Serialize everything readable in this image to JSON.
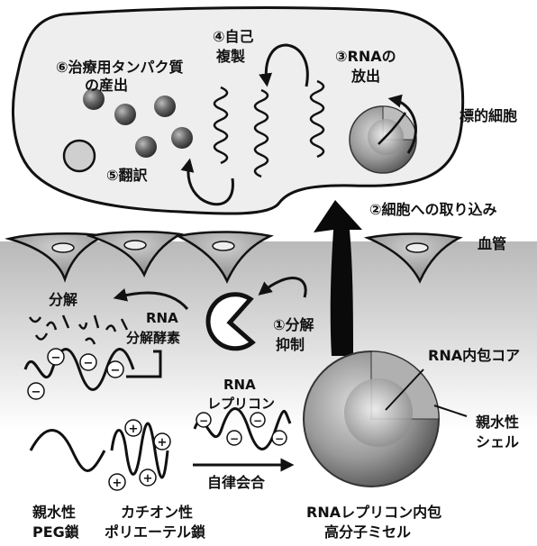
{
  "labels": {
    "step6_line1": "⑥治療用タンパク質",
    "step6_line2": "の産出",
    "step4_line1": "④自己",
    "step4_line2": "複製",
    "step3_line1": "③RNAの",
    "step3_line2": "放出",
    "step5": "⑤翻訳",
    "target_cell": "標的細胞",
    "step2": "②細胞への取り込み",
    "blood_vessel": "血管",
    "degradation": "分解",
    "rnase_line1": "RNA",
    "rnase_line2": "分解酵素",
    "step1_line1": "①分解",
    "step1_line2": "抑制",
    "rna_core": "RNA内包コア",
    "hydrophilic_shell_line1": "親水性",
    "hydrophilic_shell_line2": "シェル",
    "replicon_line1": "RNA",
    "replicon_line2": "レプリコン",
    "self_assembly": "自律会合",
    "peg_line1": "親水性",
    "peg_line2": "PEG鎖",
    "cationic_line1": "カチオン性",
    "cationic_line2": "ポリエーテル鎖",
    "micelle_line1": "RNAレプリコン内包",
    "micelle_line2": "高分子ミセル",
    "minus_sign": "−",
    "plus_sign": "+"
  },
  "colors": {
    "cell_fill": "#eeeeee",
    "outline": "#111111",
    "vessel_gradient_top": "#bdbdbd",
    "vessel_gradient_bottom": "#ffffff",
    "endothelial_fill": "#a8a8a8",
    "protein_sphere": "#555555",
    "big_arrow": "#0a0a0a"
  }
}
